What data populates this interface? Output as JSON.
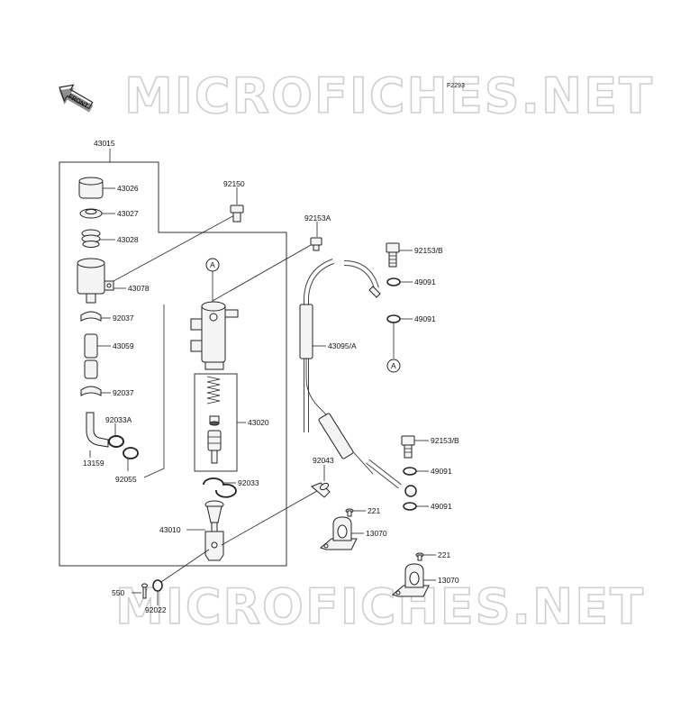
{
  "diagram": {
    "code": "F2293",
    "front_label": "FRONT",
    "watermarks": [
      "MICROFICHES.NET",
      "MICROFICHES.NET"
    ],
    "callouts": {
      "a1": "A",
      "a2": "A"
    },
    "labels": {
      "l43015": "43015",
      "l43026": "43026",
      "l43027": "43027",
      "l43028": "43028",
      "l43078": "43078",
      "l92037a": "92037",
      "l43059": "43059",
      "l92037b": "92037",
      "l92033A": "92033A",
      "l13159": "13159",
      "l92055": "92055",
      "l92150": "92150",
      "l43020": "43020",
      "l92033": "92033",
      "l43010": "43010",
      "l550": "550",
      "l92022": "92022",
      "l92153A": "92153A",
      "l43095A": "43095/A",
      "l92043": "92043",
      "l92153Ba": "92153/B",
      "l49091a": "49091",
      "l49091b": "49091",
      "l92153Bb": "92153/B",
      "l49091c": "49091",
      "l49091d": "49091",
      "l221a": "221",
      "l13070a": "13070",
      "l221b": "221",
      "l13070b": "13070"
    }
  }
}
